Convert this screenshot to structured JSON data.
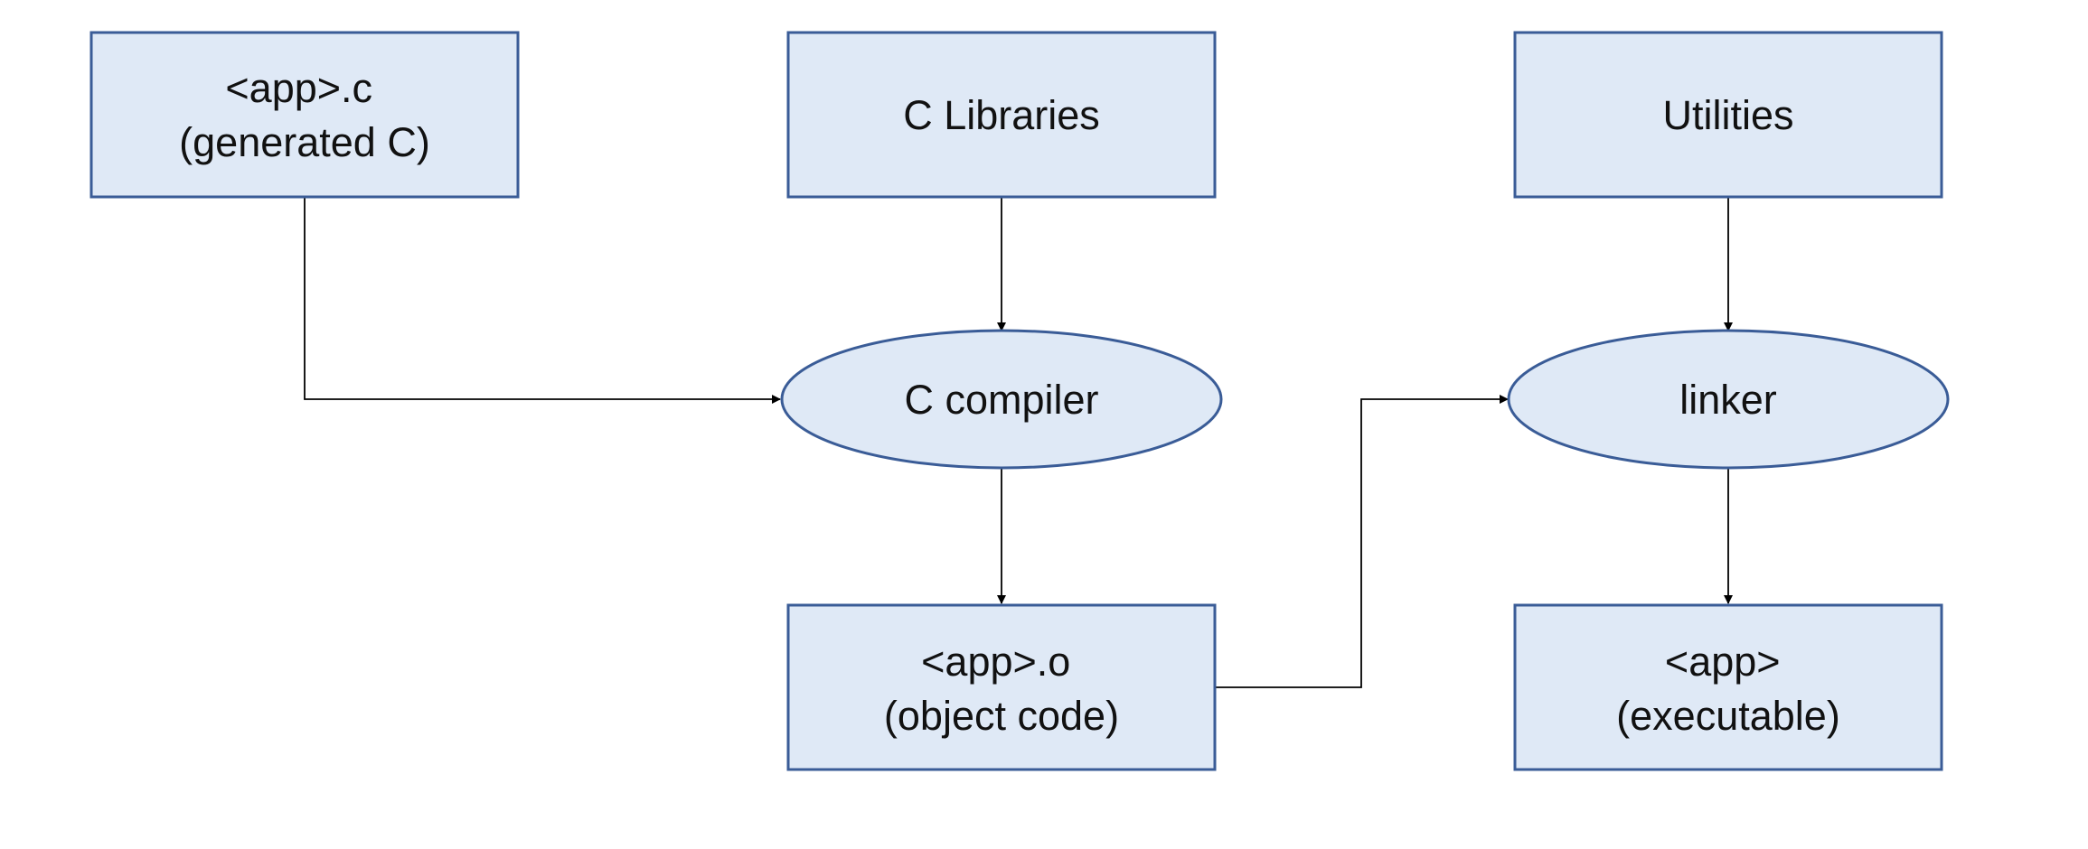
{
  "nodes": {
    "app_c": {
      "shape": "box",
      "lines": [
        "<app>.c",
        "(generated C)"
      ]
    },
    "c_libraries": {
      "shape": "box",
      "lines": [
        "C Libraries"
      ]
    },
    "utilities": {
      "shape": "box",
      "lines": [
        "Utilities"
      ]
    },
    "c_compiler": {
      "shape": "ellipse",
      "lines": [
        "C compiler"
      ]
    },
    "linker": {
      "shape": "ellipse",
      "lines": [
        "linker"
      ]
    },
    "app_o": {
      "shape": "box",
      "lines": [
        "<app>.o",
        "(object code)"
      ]
    },
    "app_exe": {
      "shape": "box",
      "lines": [
        "<app>",
        "(executable)"
      ]
    }
  },
  "edges": [
    {
      "from": "app_c",
      "to": "c_compiler"
    },
    {
      "from": "c_libraries",
      "to": "c_compiler"
    },
    {
      "from": "c_compiler",
      "to": "app_o"
    },
    {
      "from": "app_o",
      "to": "linker"
    },
    {
      "from": "utilities",
      "to": "linker"
    },
    {
      "from": "linker",
      "to": "app_exe"
    }
  ],
  "colors": {
    "node_fill": "#dfe9f6",
    "node_stroke": "#3a5c97",
    "edge": "#000000",
    "text": "#111111"
  }
}
